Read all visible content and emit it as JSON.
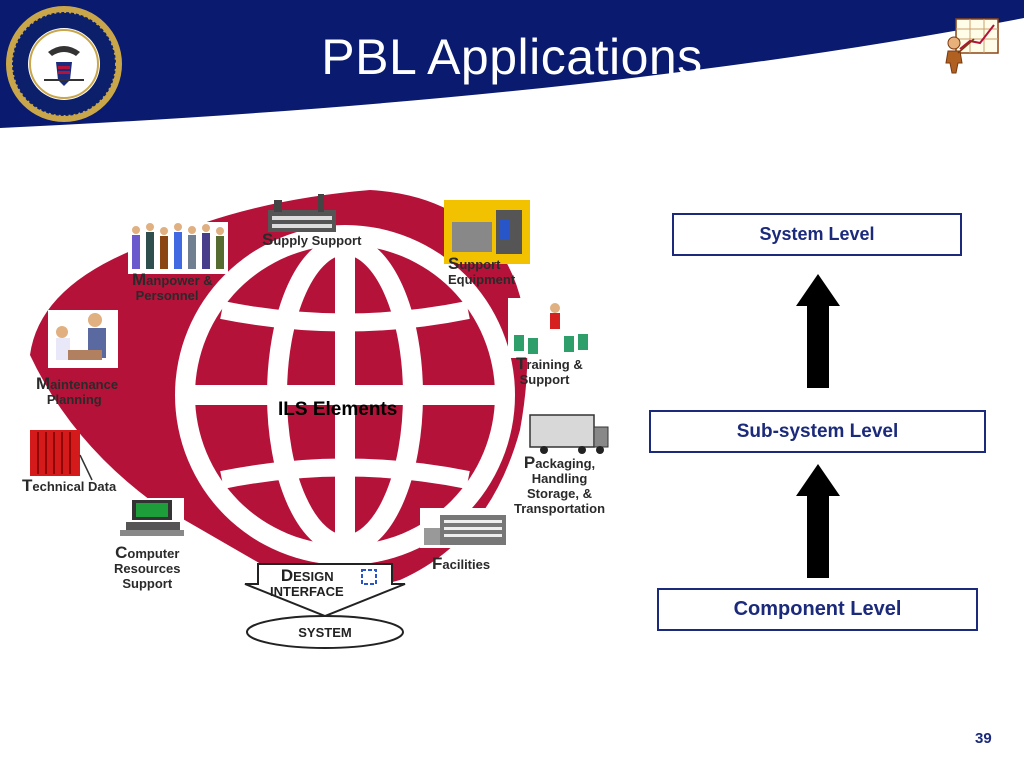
{
  "slide": {
    "title": "PBL Applications",
    "page_number": "39"
  },
  "colors": {
    "header_navy": "#0a1a6e",
    "globe_red": "#b5123a",
    "box_border": "#1b2a7a",
    "box_text": "#1b2a7a",
    "arrow": "#000000"
  },
  "diagram": {
    "center_label": "ILS Elements",
    "elements": [
      {
        "first": "S",
        "rest": "upply Support"
      },
      {
        "first": "S",
        "rest": "upport",
        "line2": "Equipment"
      },
      {
        "first": "M",
        "rest": "anpower &",
        "line2": "Personnel"
      },
      {
        "first": "T",
        "rest": "raining &",
        "line2": "Support"
      },
      {
        "first": "M",
        "rest": "aintenance",
        "line2": "Planning"
      },
      {
        "first": "P",
        "rest": "ackaging,",
        "line2": "Handling",
        "line3": "Storage, &",
        "line4": "Transportation"
      },
      {
        "first": "T",
        "rest": "echnical Data"
      },
      {
        "first": "C",
        "rest": "omputer",
        "line2": "Resources",
        "line3": "Support"
      },
      {
        "first": "F",
        "rest": "acilities"
      },
      {
        "first": "D",
        "rest": "ESIGN",
        "line2": "INTERFACE"
      }
    ],
    "system_label": "SYSTEM"
  },
  "levels": {
    "system": "System Level",
    "subsystem": "Sub-system Level",
    "component": "Component Level"
  }
}
